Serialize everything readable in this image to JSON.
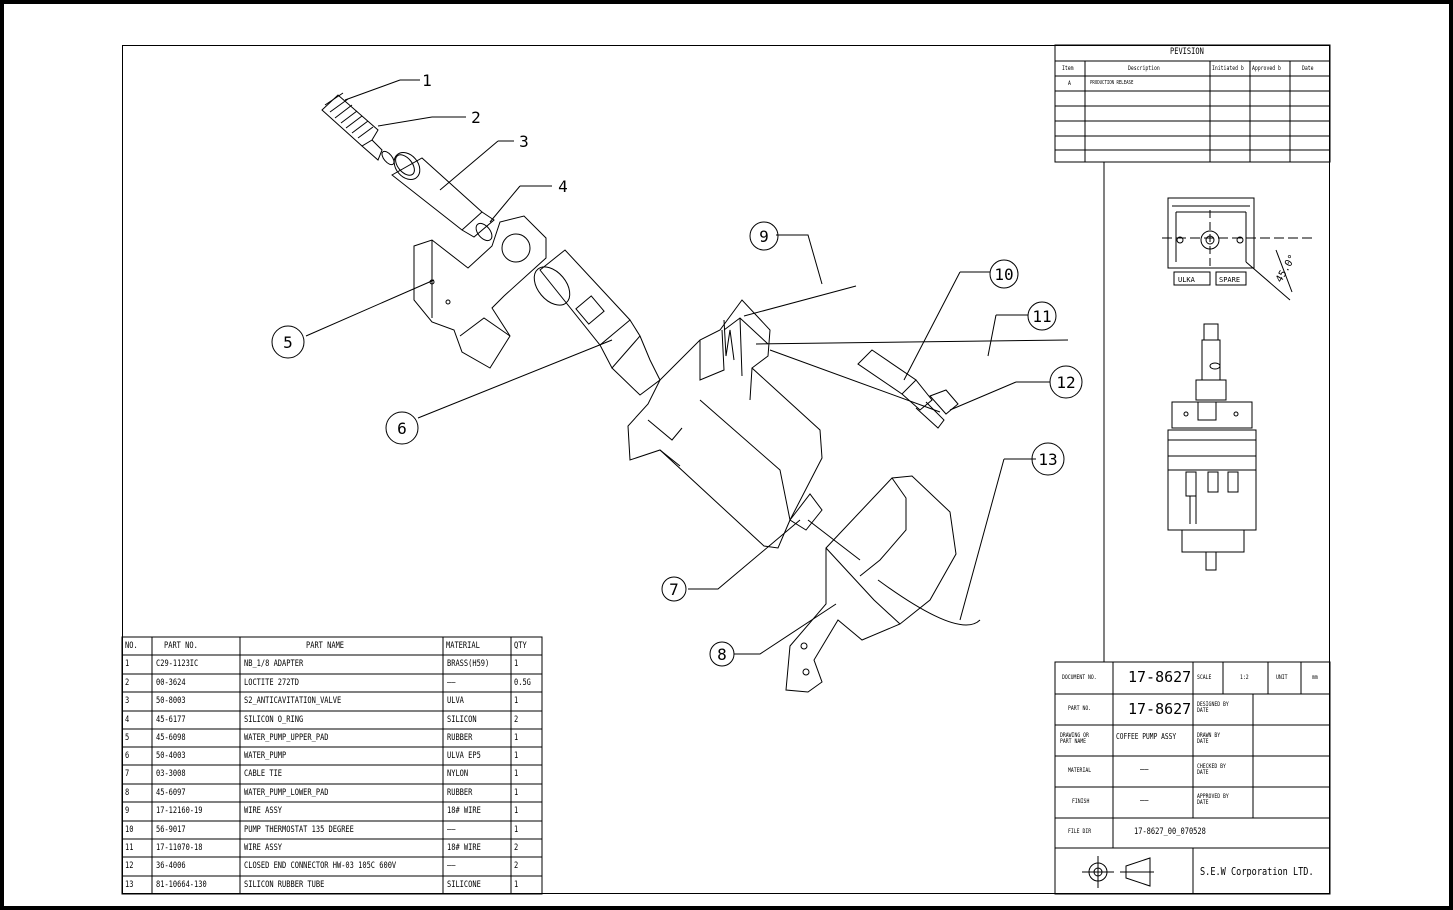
{
  "revision": {
    "title": "PEVISION",
    "headers": [
      "Item",
      "Description",
      "Initiated b",
      "Approved b",
      "Date"
    ],
    "rows": [
      {
        "item": "A",
        "description": "PRODUCTION RELEASE",
        "initiated": "",
        "approved": "",
        "date": ""
      }
    ]
  },
  "callouts": [
    "1",
    "2",
    "3",
    "4",
    "5",
    "6",
    "7",
    "8",
    "9",
    "10",
    "11",
    "12",
    "13"
  ],
  "bom": {
    "headers": [
      "NO.",
      "PART NO.",
      "PART NAME",
      "MATERIAL",
      "QTY"
    ],
    "rows": [
      {
        "no": "1",
        "part_no": "C29-1123IC",
        "name": "NB_1/8 ADAPTER",
        "material": "BRASS(H59)",
        "qty": "1"
      },
      {
        "no": "2",
        "part_no": "00-3624",
        "name": "LOCTITE 272TD",
        "material": "——",
        "qty": "0.5G"
      },
      {
        "no": "3",
        "part_no": "50-8003",
        "name": "S2_ANTICAVITATION_VALVE",
        "material": "ULVA",
        "qty": "1"
      },
      {
        "no": "4",
        "part_no": "45-6177",
        "name": "SILICON O_RING",
        "material": "SILICON",
        "qty": "2"
      },
      {
        "no": "5",
        "part_no": "45-6098",
        "name": "WATER_PUMP_UPPER_PAD",
        "material": "RUBBER",
        "qty": "1"
      },
      {
        "no": "6",
        "part_no": "50-4003",
        "name": "WATER_PUMP",
        "material": "ULVA EP5",
        "qty": "1"
      },
      {
        "no": "7",
        "part_no": "03-3008",
        "name": "CABLE TIE",
        "material": "NYLON",
        "qty": "1"
      },
      {
        "no": "8",
        "part_no": "45-6097",
        "name": "WATER_PUMP_LOWER_PAD",
        "material": "RUBBER",
        "qty": "1"
      },
      {
        "no": "9",
        "part_no": "17-12160-19",
        "name": "WIRE ASSY",
        "material": "18# WIRE",
        "qty": "1"
      },
      {
        "no": "10",
        "part_no": "56-9017",
        "name": "PUMP THERMOSTAT 135 DEGREE",
        "material": "——",
        "qty": "1"
      },
      {
        "no": "11",
        "part_no": "17-11070-18",
        "name": "WIRE ASSY",
        "material": "18# WIRE",
        "qty": "2"
      },
      {
        "no": "12",
        "part_no": "36-4006",
        "name": "CLOSED END CONNECTOR HW-03 105C 600V",
        "material": "——",
        "qty": "2"
      },
      {
        "no": "13",
        "part_no": "81-10664-130",
        "name": "SILICON RUBBER TUBE",
        "material": "SILICONE",
        "qty": "1"
      }
    ]
  },
  "side_view": {
    "angle_label": "45.0°",
    "label_left": "ULKA",
    "label_right": "SPARE"
  },
  "title_block": {
    "document_no_label": "DOCUMENT NO.",
    "document_no": "17-8627",
    "scale_label": "SCALE",
    "scale": "1:2",
    "unit_label": "UNIT",
    "unit": "mm",
    "part_no_label": "PART NO.",
    "part_no": "17-8627",
    "designed_label": "DESIGNED BY DATE",
    "drawing_label": "DRAWING OR PART NAME",
    "drawing_name": "COFFEE PUMP ASSY",
    "drawn_label": "DRAWN BY DATE",
    "material_label": "MATERIAL",
    "material": "——",
    "checked_label": "CHECKED BY DATE",
    "finish_label": "FINISH",
    "finish": "——",
    "approved_label": "APPROVED BY DATE",
    "file_label": "FILE DIR",
    "file": "17-8627_00_070528",
    "company": "S.E.W Corporation LTD."
  }
}
